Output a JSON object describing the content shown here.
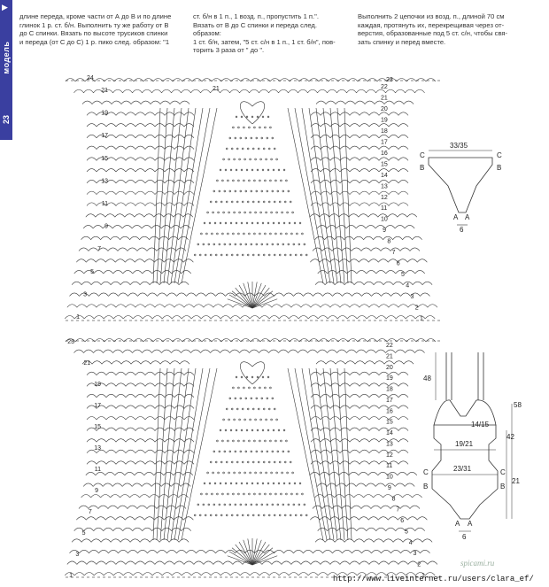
{
  "sidebar": {
    "arrow": "▶",
    "label": "модель",
    "page_number": "23"
  },
  "text": {
    "col1": "длине переда, кроме части от А до В и по длине\nглинок 1 р. ст. б/н. Выполнить ту же работу от В\nдо С спинки. Вязать по высоте трусиков спинки\nи переда (от С до С) 1 р. пико след. образом: \"1",
    "col2": "ст. б/н в 1 п., 1 возд. п., пропустить 1 п.\".\nВязать от В до С спинки и переда след. образом:\n1 ст. б/н, затем, \"5 ст. с/н в 1 п., 1 ст. б/н\", пов-\nторить 3 раза от \" до \".",
    "col3": "Выполнить 2 цепочки из возд. п., длиной 70 см\nкаждая, протянуть их, перекрещивая через от-\nверстия, образованные под 5 ст. с/н, чтобы свя-\nзать спинку и перед вместе."
  },
  "chart_top": {
    "row_top": "24",
    "row_top_right": "23",
    "rows_left": [
      "21",
      "19",
      "17",
      "15",
      "13",
      "11",
      "9",
      "7",
      "5",
      "3",
      "1"
    ],
    "rows_right": [
      "22",
      "21",
      "20",
      "19",
      "18",
      "17",
      "16",
      "15",
      "14",
      "13",
      "12",
      "11",
      "10",
      "9",
      "8",
      "7",
      "6",
      "5",
      "4",
      "3",
      "2",
      "1"
    ],
    "center_row": "21"
  },
  "chart_bottom": {
    "rows_left": [
      "23",
      "21",
      "19",
      "17",
      "15",
      "13",
      "11",
      "9",
      "7",
      "5",
      "3",
      "1"
    ],
    "rows_right": [
      "22",
      "21",
      "20",
      "19",
      "18",
      "17",
      "16",
      "15",
      "14",
      "13",
      "12",
      "11",
      "10",
      "9",
      "8",
      "7",
      "6",
      "5",
      "4",
      "3",
      "2",
      "1"
    ]
  },
  "schematic_top": {
    "width_label": "33/35",
    "c_left": "C",
    "c_right": "C",
    "b_left": "B",
    "b_right": "B",
    "a_left": "A",
    "a_right": "A",
    "crotch": "6"
  },
  "schematic_bottom": {
    "strap_length": "48",
    "cup_label": "14/15",
    "waist_label": "19/21",
    "hip_label": "23/31",
    "c_left": "C",
    "c_right": "C",
    "b_left": "B",
    "b_right": "B",
    "a_left": "A",
    "a_right": "A",
    "crotch": "6",
    "total_height": "58",
    "mid_height": "42",
    "lower_height": "21"
  },
  "watermark": "spicami.ru",
  "footer_url": "http://www.liveinternet.ru/users/clara_ef/"
}
